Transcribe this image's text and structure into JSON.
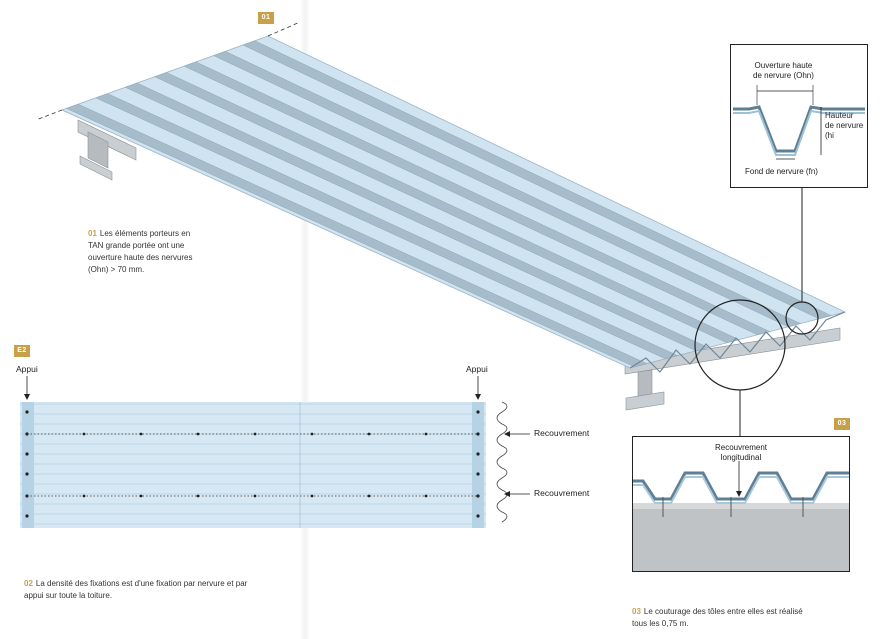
{
  "fig01": {
    "badge": "01",
    "caption_num": "01",
    "caption_lines": [
      "Les éléments porteurs en",
      "TAN grande portée ont une",
      "ouverture haute des nervures",
      "(Ohn) > 70 mm."
    ],
    "inset": {
      "label_top": [
        "Ouverture haute",
        "de nervure (Ohn)"
      ],
      "label_right": [
        "Hauteur",
        "de nervure",
        "(hi"
      ],
      "label_bottom": "Fond de nervure (fn)"
    }
  },
  "fig02": {
    "badge": "E2",
    "support_left": "Appui",
    "support_right": "Appui",
    "overlap_label_1": "Recouvrement",
    "overlap_label_2": "Recouvrement",
    "caption_num": "02",
    "caption_lines": [
      "La densité des fixations est d'une fixation par nervure et par",
      "appui sur toute la toiture."
    ]
  },
  "fig03": {
    "badge": "03",
    "label": [
      "Recouvrement",
      "longitudinal"
    ],
    "caption_num": "03",
    "caption_lines": [
      "Le couturage des tôles entre elles est réalisé",
      "tous les 0,75 m."
    ]
  },
  "colors": {
    "accent": "#c8a04a",
    "sheet": "#cfe3f1",
    "rib": "#9fb6c8",
    "steel": "#b9bec3"
  }
}
